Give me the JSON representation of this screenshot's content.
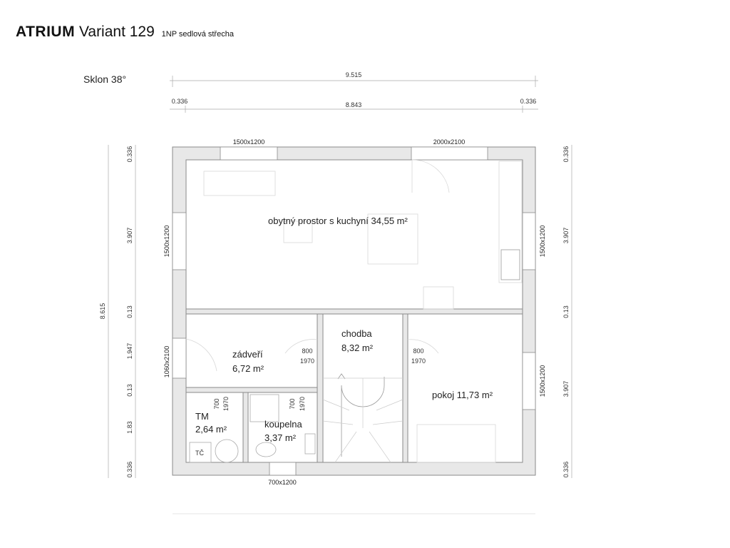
{
  "header": {
    "brand": "ATRIUM",
    "variant": "Variant 129",
    "subtitle": "1NP  sedlová střecha"
  },
  "roof": {
    "slope_label": "Sklon 38°"
  },
  "dimensions": {
    "top_total": "9.515",
    "top_left_wall": "0.336",
    "top_inner": "8.843",
    "top_right_wall": "0.336",
    "left_total": "8.615",
    "left_segments": [
      "0.336",
      "3.907",
      "0.13",
      "1.947",
      "0.13",
      "1.83",
      "0.336"
    ],
    "right_segments": [
      "0.336",
      "3.907",
      "0.13",
      "3.907",
      "0.336"
    ]
  },
  "windows": {
    "top_left": "1500x1200",
    "top_right": "2000x2100",
    "left_upper": "1500x1200",
    "left_lower": "1060x2100",
    "right_upper": "1500x1200",
    "right_lower": "1500x1200",
    "bottom": "700x1200"
  },
  "doors": [
    {
      "width": "800",
      "height": "1970"
    },
    {
      "width": "800",
      "height": "1970"
    },
    {
      "width": "700",
      "height": "1970"
    },
    {
      "width": "700",
      "height": "1970"
    }
  ],
  "rooms": {
    "living": {
      "name": "obytný prostor s kuchyní 34,55 m²"
    },
    "entry": {
      "name": "zádveří",
      "area": "6,72 m²"
    },
    "hall": {
      "name": "chodba",
      "area": "8,32 m²"
    },
    "room": {
      "name": "pokoj 11,73 m²"
    },
    "tech": {
      "name": "TM",
      "area": "2,64 m²",
      "equipment": "TČ"
    },
    "bath": {
      "name": "koupelna",
      "area": "3,37 m²"
    }
  }
}
